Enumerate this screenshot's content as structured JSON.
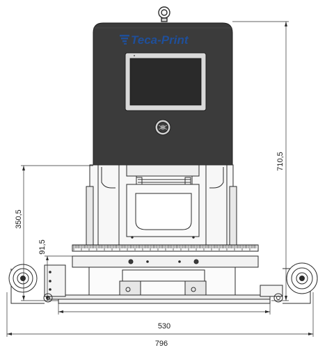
{
  "brand": {
    "name": "Teca-Print",
    "color": "#1f4f9a"
  },
  "dimensions": {
    "height_total": "710,5",
    "height_base": "350,5",
    "height_plate": "91,5",
    "width_inner": "530",
    "width_total": "796"
  },
  "colors": {
    "housing": "#3b3b3b",
    "screen": "#2a2a2a",
    "line": "#2b2b2b",
    "light_fill": "#f4f4f4"
  },
  "icons": {
    "lifting_eye": "lifting-eye-icon",
    "logo_mark": "logo-stripes-icon",
    "control_knob": "control-knob-icon"
  }
}
